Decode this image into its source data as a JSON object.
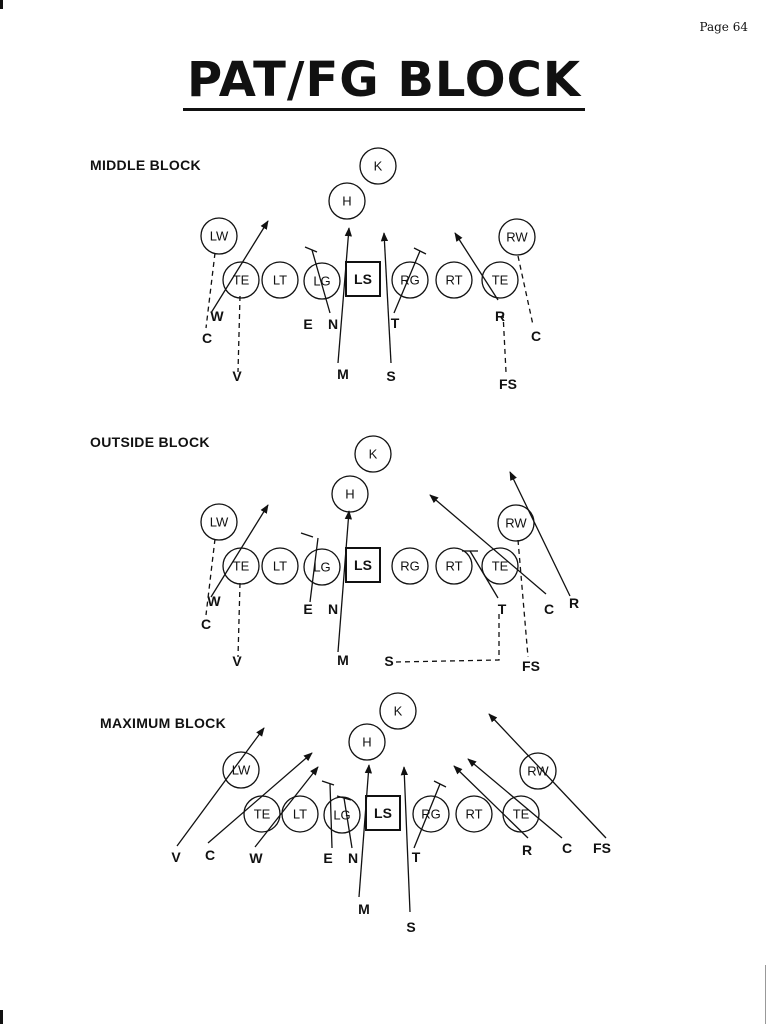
{
  "page": {
    "number_label": "Page 64",
    "title": "PAT/FG BLOCK"
  },
  "sections": [
    {
      "label": "MIDDLE BLOCK",
      "players": {
        "K": "K",
        "H": "H",
        "LW": "LW",
        "RW": "RW",
        "TE1": "TE",
        "LT": "LT",
        "LG": "LG",
        "LS": "LS",
        "RG": "RG",
        "RT": "RT",
        "TE2": "TE"
      },
      "defenders": {
        "W": "W",
        "C1": "C",
        "V": "V",
        "E": "E",
        "N": "N",
        "M": "M",
        "T": "T",
        "S": "S",
        "R": "R",
        "C2": "C",
        "FS": "FS"
      }
    },
    {
      "label": "OUTSIDE BLOCK",
      "players": {
        "K": "K",
        "H": "H",
        "LW": "LW",
        "RW": "RW",
        "TE1": "TE",
        "LT": "LT",
        "LG": "LG",
        "LS": "LS",
        "RG": "RG",
        "RT": "RT",
        "TE2": "TE"
      },
      "defenders": {
        "W": "W",
        "C1": "C",
        "V": "V",
        "E": "E",
        "N": "N",
        "M": "M",
        "T": "T",
        "S": "S",
        "C2": "C",
        "R": "R",
        "FS": "FS"
      }
    },
    {
      "label": "MAXIMUM BLOCK",
      "players": {
        "K": "K",
        "H": "H",
        "LW": "LW",
        "RW": "RW",
        "TE1": "TE",
        "LT": "LT",
        "LG": "LG",
        "LS": "LS",
        "RG": "RG",
        "RT": "RT",
        "TE2": "TE"
      },
      "defenders": {
        "V": "V",
        "C1": "C",
        "W": "W",
        "E": "E",
        "N": "N",
        "T": "T",
        "M": "M",
        "S": "S",
        "R": "R",
        "C2": "C",
        "FS": "FS"
      }
    }
  ]
}
